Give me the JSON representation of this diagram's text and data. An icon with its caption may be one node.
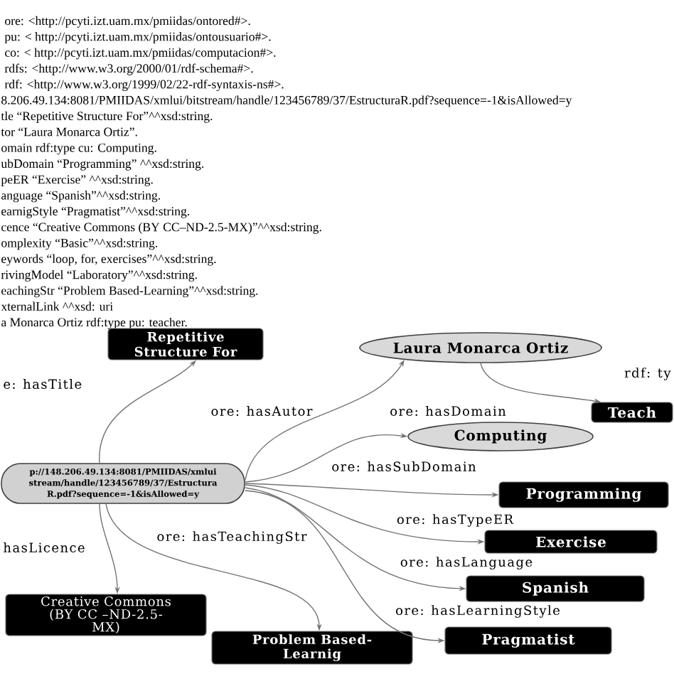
{
  "diagram": {
    "nodes": [
      {
        "text": [
          "Repetitive Structure For"
        ]
      },
      {
        "text": [
          "Laura Monarca Ortiz"
        ]
      },
      {
        "text": [
          "Teach"
        ]
      },
      {
        "text": [
          "Computing"
        ]
      },
      {
        "text": [
          "p://148.206.49.134:8081/PMIIDAS/xmlui stream/handle/123456789/37/Estructura R.pdf?sequence=-1&isAllowed=y"
        ]
      },
      {
        "text": [
          "Programming"
        ]
      },
      {
        "text": [
          "Exercise"
        ]
      },
      {
        "text": [
          "Spanish"
        ]
      },
      {
        "text": [
          "Creative Commons (BY CC –ND-2.5- MX)"
        ]
      },
      {
        "text": [
          "Pragmatist"
        ]
      },
      {
        "text": [
          "Problem Based- Learnig"
        ]
      }
    ],
    "edges": [
      {
        "from": 4,
        "to": 0,
        "arrow": "to",
        "label": "e: hasTitle"
      },
      {
        "from": 4,
        "to": 1,
        "arrow": "to",
        "label": "ore: hasAutor"
      },
      {
        "from": 1,
        "to": 2,
        "arrow": "to",
        "label": "rdf: ty"
      },
      {
        "from": 4,
        "to": 3,
        "arrow": "to",
        "label": "ore: hasDomain"
      },
      {
        "from": 4,
        "to": 5,
        "arrow": "to",
        "label": "ore: hasSubDomain"
      },
      {
        "from": 4,
        "to": 6,
        "arrow": "to",
        "label": "ore: hasTypeER"
      },
      {
        "from": 4,
        "to": 8,
        "arrow": "to",
        "label": "hasLicence"
      },
      {
        "from": 4,
        "to": 10,
        "arrow": "to",
        "label": "ore: hasTeachingStr"
      },
      {
        "from": 4,
        "to": 7,
        "arrow": "to",
        "label": "ore: hasLanguage"
      },
      {
        "from": 4,
        "to": 9,
        "arrow": "to",
        "label": "ore: hasLearningStyle"
      }
    ],
    "labels": [
      "ore: <http://pcyti.izt.uam.mx/pmiidas/ontored#>.",
      "pu: < http://pcyti.izt.uam.mx/pmiidas/ontousuario#>.",
      "co: < http://pcyti.izt.uam.mx/pmiidas/computacion#>.",
      "rdfs: <http://www.w3.org/2000/01/rdf-schema#>.",
      "rdf: <http://www.w3.org/1999/02/22-rdf-syntaxis-ns#>.",
      "8.206.49.134:8081/PMIIDAS/xmlui/bitstream/handle/123456789/37/EstructuraR.pdf?sequence=-1&isAllowed=y",
      "tle “Repetitive Structure For”^^xsd:string.",
      "tor “Laura Monarca Ortiz”.",
      "omain rdf:type cu: Computing.",
      "ubDomain “Programming” ^^xsd:string.",
      "peER “Exercise” ^^xsd:string.",
      "anguage “Spanish”^^xsd:string.",
      "earnigStyle “Pragmatist”^^xsd:string.",
      "cence “Creative Commons (BY CC–ND-2.5-MX)”^^xsd:string.",
      "omplexity “Basic”^^xsd:string.",
      "eywords “loop, for, exercises”^^xsd:string.",
      "rivingModel “Laboratory”^^xsd:string.",
      "eachingStr “Problem Based-Learning”^^xsd:string.",
      "xternalLink ^^xsd: uri",
      "a Monarca Ortiz rdf:type pu: teacher."
    ]
  }
}
